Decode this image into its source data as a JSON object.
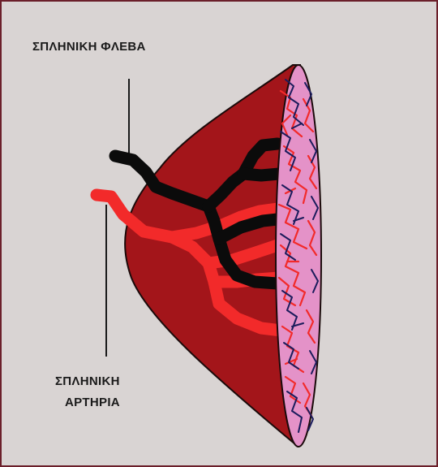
{
  "labels": {
    "splenic_vein": "ΣΠΛΗΝΙΚΗ ΦΛΕΒΑ",
    "splenic_artery_line1": "ΣΠΛΗΝΙΚΗ",
    "splenic_artery_line2": "ΑΡΤΗΡΙΑ"
  },
  "colors": {
    "background": "#d9d4d3",
    "frame_border": "#6b1f2a",
    "spleen_body": "#a3151a",
    "cut_surface": "#e492c8",
    "artery": "#f22a2a",
    "vein": "#0b0b0b"
  }
}
